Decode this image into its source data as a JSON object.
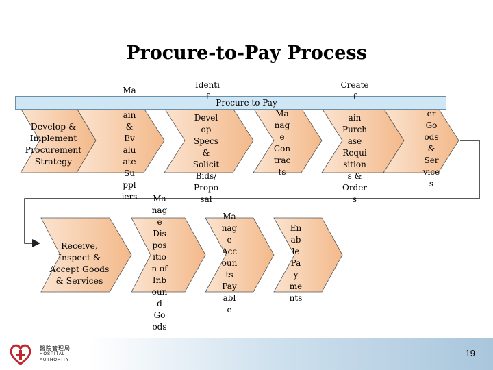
{
  "title": "Procure-to-Pay Process",
  "banner": "Procure to Pay",
  "left_steps": {
    "develop": "Develop & Implement Procurement Strategy",
    "receive": "Receive, Inspect & Accept Goods & Services"
  },
  "step_texts": {
    "maintain_top": "Ma",
    "maintain_rest": [
      "ain",
      "&",
      "Ev",
      "alu",
      "ate",
      "Su",
      "ppl",
      "iers"
    ],
    "identify_top": "Identi",
    "identify_cut": "f",
    "develop_specs": [
      "Devel",
      "op",
      "Specs",
      "&",
      "Solicit",
      "Bids/",
      "Propo",
      "sal"
    ],
    "manage_contracts": [
      "Ma",
      "nag",
      "e",
      "Con",
      "trac",
      "ts"
    ],
    "create_top": "Create",
    "create_cut": "f",
    "purchase": [
      "ain",
      "Purch",
      "ase",
      "Requi",
      "sition",
      "s &",
      "Order",
      "s"
    ],
    "order_goods": [
      "er",
      "Go",
      "ods",
      "&",
      "Ser",
      "vice",
      "s"
    ],
    "manage_disposition": [
      "Ma",
      "nag",
      "e",
      "Dis",
      "pos",
      "itio",
      "n of",
      "Inb",
      "oun",
      "d",
      "Go",
      "ods"
    ],
    "manage_payable": [
      "Ma",
      "nag",
      "e",
      "Acc",
      "oun",
      "ts",
      "Pay",
      "abl",
      "e"
    ],
    "enable_pay": [
      "En",
      "ab",
      "le",
      "Pa",
      "y",
      "me",
      "nts"
    ]
  },
  "footer": {
    "org_text": [
      "醫院管理局",
      "HOSPITAL",
      "AUTHORITY"
    ],
    "page_number": "19"
  },
  "colors": {
    "banner_fill": "#cfe6f5",
    "chevron_fill": "#f6c9a4",
    "accent_red": "#c0282d",
    "arrow": "#222222"
  }
}
